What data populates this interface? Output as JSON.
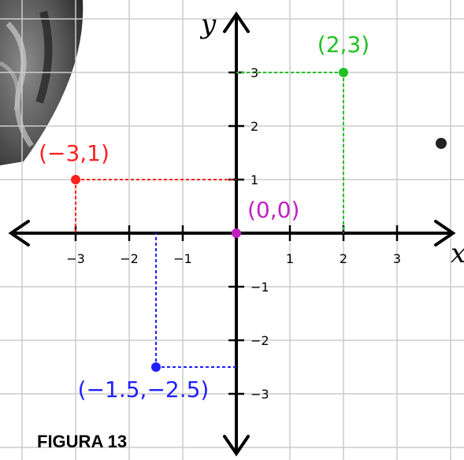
{
  "figure_caption": "FIGURA 13",
  "axes": {
    "x_label": "x",
    "y_label": "y",
    "x_ticks": [
      "−3",
      "−2",
      "−1",
      "1",
      "2",
      "3"
    ],
    "y_ticks": [
      "3",
      "2",
      "1",
      "−1",
      "−2",
      "−3"
    ]
  },
  "points": [
    {
      "label": "(2,3)",
      "x": 2,
      "y": 3,
      "color": "#22c022"
    },
    {
      "label": "(−3,1)",
      "x": -3,
      "y": 1,
      "color": "#ff2020"
    },
    {
      "label": "(0,0)",
      "x": 0,
      "y": 0,
      "color": "#c020c0"
    },
    {
      "label": "(−1.5,−2.5)",
      "x": -1.5,
      "y": -2.5,
      "color": "#2020ff"
    }
  ],
  "colors": {
    "grid": "#cccccc",
    "axis": "#000000",
    "background": "#ffffff"
  }
}
